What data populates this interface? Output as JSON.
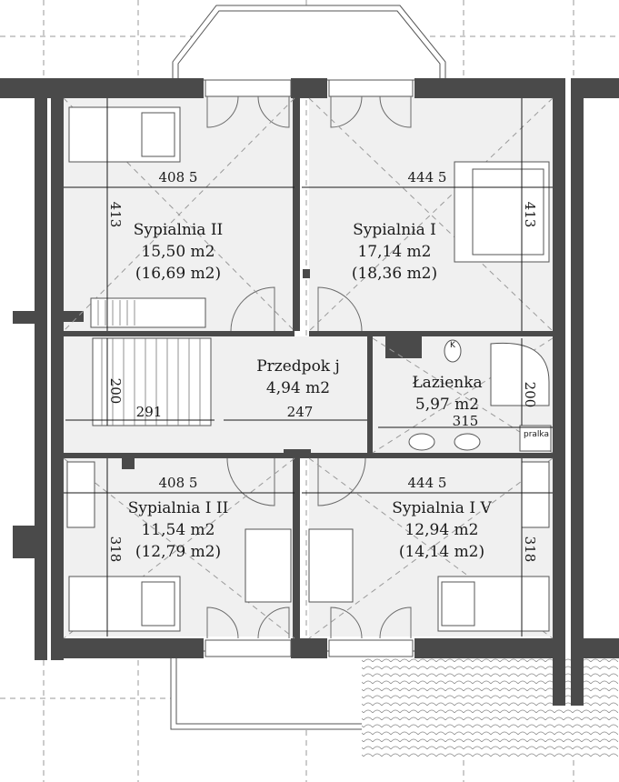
{
  "rooms": {
    "bedroom_2": {
      "name": "Sypialnia II",
      "area": "15,50 m2",
      "area_total": "(16,69 m2)"
    },
    "bedroom_1": {
      "name": "Sypialnia I",
      "area": "17,14 m2",
      "area_total": "(18,36 m2)"
    },
    "hall": {
      "name": "Przedpok j",
      "area": "4,94 m2"
    },
    "bathroom": {
      "name": "Łazienka",
      "area": "5,97 m2"
    },
    "bedroom_3": {
      "name": "Sypialnia I II",
      "area": "11,54 m2",
      "area_total": "(12,79 m2)"
    },
    "bedroom_4": {
      "name": "Sypialnia I V",
      "area": "12,94 m2",
      "area_total": "(14,14 m2)"
    }
  },
  "dimensions": {
    "top_left_width": "408 5",
    "top_right_width": "444 5",
    "left_height_top": "413",
    "right_height_top": "413",
    "stair_height": "200",
    "stair_width": "291",
    "hall_width": "247",
    "bath_width": "315",
    "bath_height": "200",
    "bottom_left_width": "408 5",
    "bottom_right_width": "444 5",
    "left_height_bottom": "318",
    "right_height_bottom": "318"
  },
  "fixtures": {
    "toilet_mark": "K",
    "laundry_label": "pralka"
  },
  "colors": {
    "wall": "#4a4a4a",
    "floor": "#f0f0f0",
    "tile": "#d9d9d9"
  }
}
